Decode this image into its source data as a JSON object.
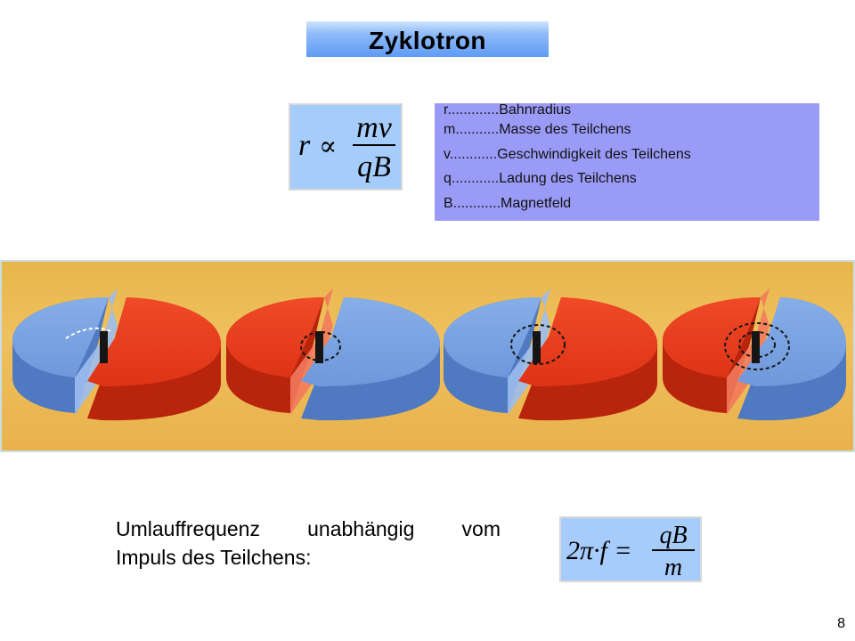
{
  "title": "Zyklotron",
  "formula_radius": {
    "lhs": "r",
    "relation": "∝",
    "numerator": "mv",
    "denominator": "qB"
  },
  "legend": [
    "r.............Bahnradius",
    "m...........Masse des Teilchens",
    "v............Geschwindigkeit des Teilchens",
    "q............Ladung des Teilchens",
    "B............Magnetfeld"
  ],
  "conclusion": {
    "line1": "Umlauffrequenz unabhängig vom",
    "line2": "Impuls des Teilchens:"
  },
  "formula_frequency": {
    "lhs": "2π·f =",
    "numerator": "qB",
    "denominator": "m"
  },
  "page_number": "8",
  "colors": {
    "title_gradient_bottom": "#5f9cf5",
    "formula_bg": "#a6ccfb",
    "legend_bg": "#9a9bf7",
    "dee_blue": "#6f9be0",
    "dee_red": "#e23a1c",
    "background_strip": "#e9b24c"
  }
}
